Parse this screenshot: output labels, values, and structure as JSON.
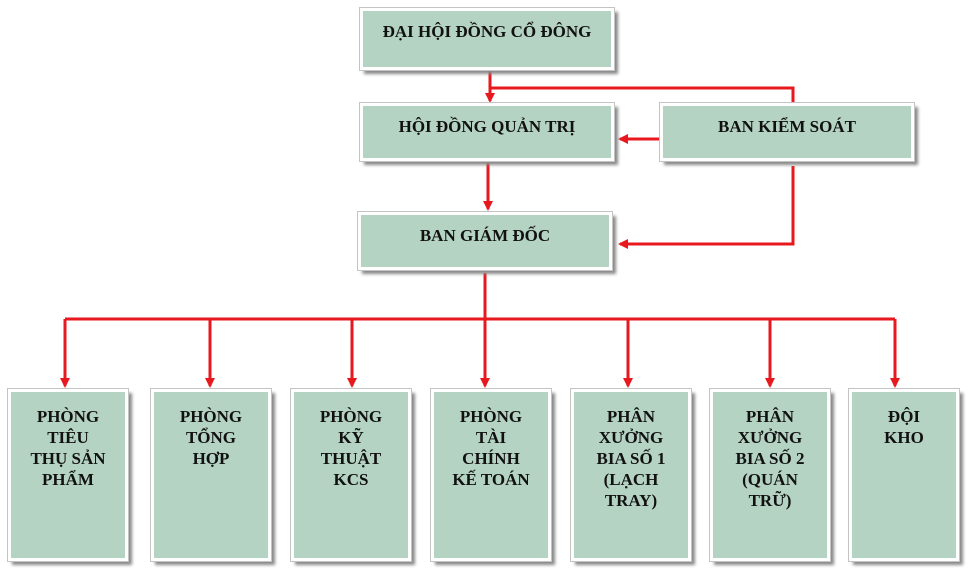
{
  "colors": {
    "box_fill": "#b4d3c2",
    "arrow": "#e8181f"
  },
  "nodes": {
    "shareholders": "ĐẠI HỘI ĐỒNG CỔ ĐÔNG",
    "board": "HỘI ĐỒNG QUẢN TRỊ",
    "supervisory": "BAN KIỂM SOÁT",
    "directors": "BAN GIÁM ĐỐC"
  },
  "departments": [
    "PHÒNG\nTIÊU\nTHỤ SẢN\nPHẨM",
    "PHÒNG\nTỔNG\nHỢP",
    "PHÒNG\nKỸ\nTHUẬT\nKCS",
    "PHÒNG\nTÀI\nCHÍNH\nKẾ TOÁN",
    "PHÂN\nXƯỞNG\nBIA SỐ 1\n(LẠCH\nTRAY)",
    "PHÂN\nXƯỞNG\nBIA SỐ 2\n(QUÁN\nTRỮ)",
    "ĐỘI\nKHO"
  ]
}
